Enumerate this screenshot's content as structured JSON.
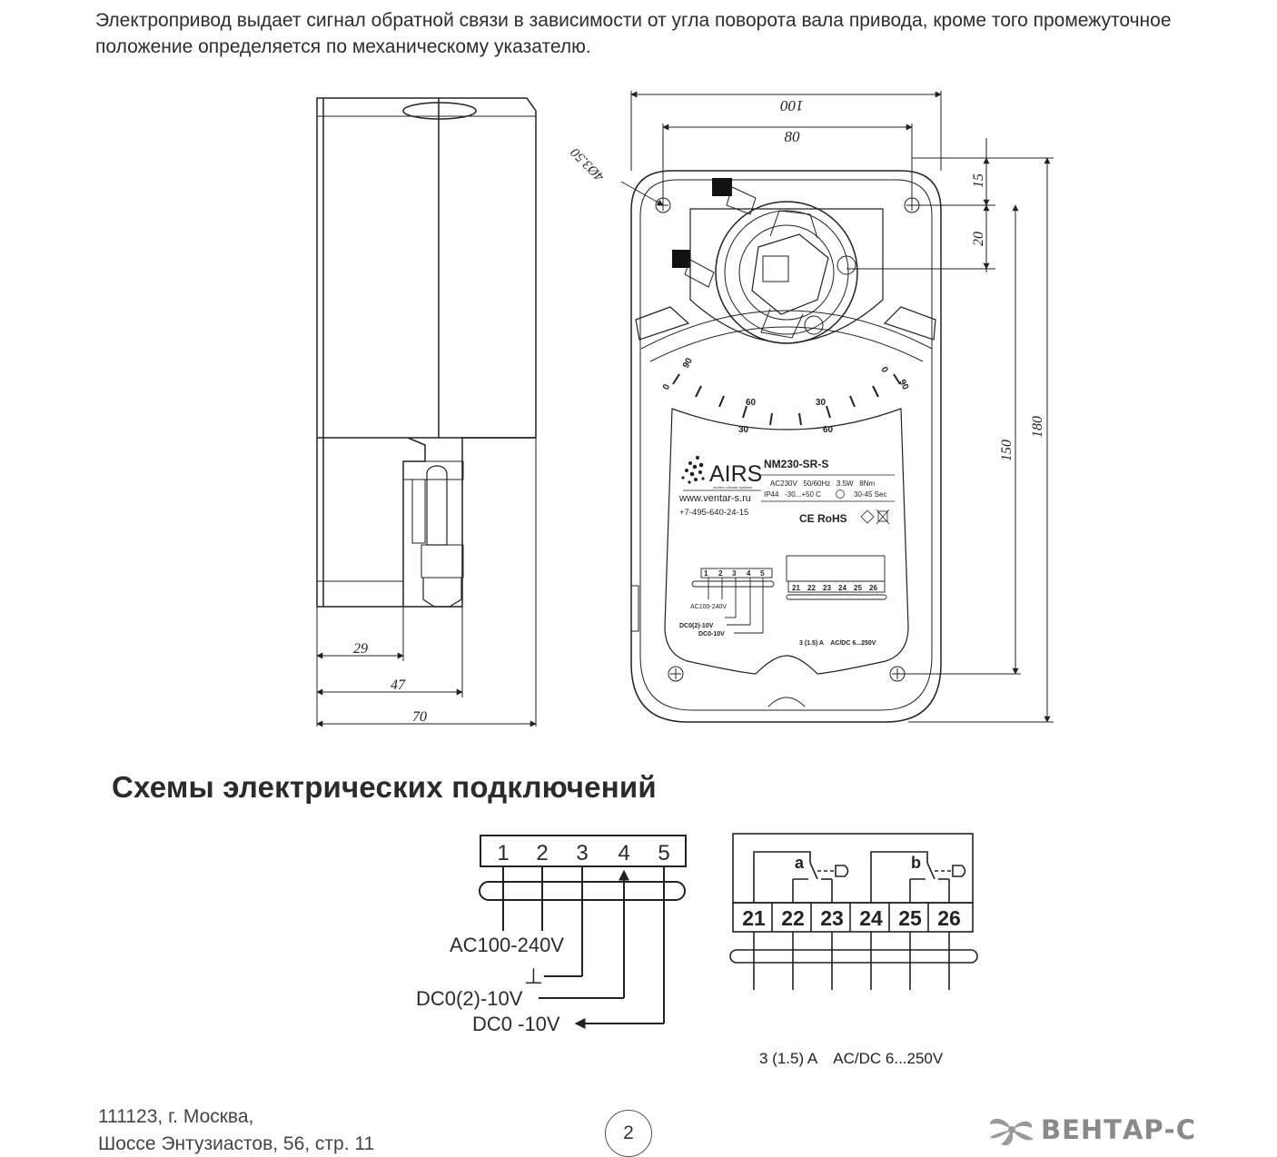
{
  "intro_text": "Электропривод выдает сигнал обратной связи в зависимости от угла поворота вала привода, кроме того промежуточное положение определяется по механическому указателю.",
  "dimensions": {
    "d100": "100",
    "d80": "80",
    "d15": "15",
    "d20": "20",
    "d150": "150",
    "d180": "180",
    "d29": "29",
    "d47": "47",
    "d70": "70",
    "holes": "4Ø3.50"
  },
  "label": {
    "brand": "AIRS",
    "brand_sub": "modern climate systems",
    "model": "NM230-SR-S",
    "spec_1": "AC230V   50/60Hz   3.5W   8Nm",
    "spec_2a": "IP44   -30...+50 C",
    "spec_2b": "30-45 Sec",
    "website": "www.ventar-s.ru",
    "phone": "+7-495-640-24-15",
    "cert": "CE RoHS",
    "mini_ac": "AC100-240V",
    "mini_dc2": "DC0(2)-10V",
    "mini_dc0": "DC0-10V",
    "mini_rating": "3 (1.5) A    AC/DC 6...250V"
  },
  "scale": {
    "left_0": "0",
    "left_90": "90",
    "left_60": "60",
    "left_30": "30",
    "right_30": "30",
    "right_60": "60",
    "right_0": "0",
    "right_90": "90"
  },
  "section_title": "Схемы электрических подключений",
  "wiring": {
    "terminals": [
      "1",
      "2",
      "3",
      "4",
      "5"
    ],
    "ac_label": "AC100-240V",
    "ground_symbol": "⊥",
    "dc2_label": "DC0(2)-10V",
    "dc0_label": "DC0 -10V"
  },
  "aux": {
    "terminals": [
      "21",
      "22",
      "23",
      "24",
      "25",
      "26"
    ],
    "switch_a": "a",
    "switch_b": "b",
    "rating": "3 (1.5) A    AC/DC 6...250V"
  },
  "footer": {
    "address": "111123, г. Москва,",
    "address_2": "Шоссе Энтузиастов, 56, стр. 11",
    "page": "2",
    "company": "ВЕНТАР-С"
  }
}
